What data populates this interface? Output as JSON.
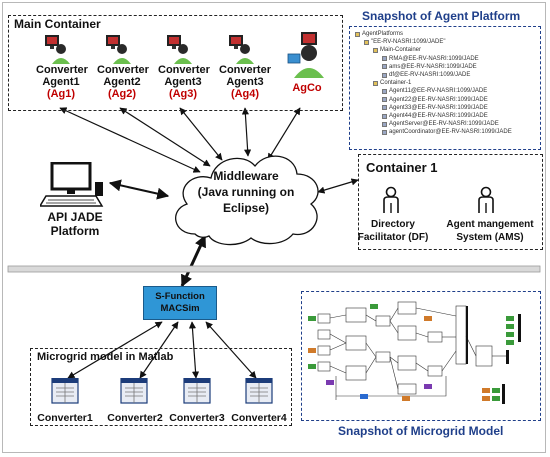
{
  "main_container": {
    "title": "Main Container",
    "agents": [
      {
        "name_line1": "Converter",
        "name_line2": "Agent1",
        "id": "(Ag1)"
      },
      {
        "name_line1": "Converter",
        "name_line2": "Agent2",
        "id": "(Ag2)"
      },
      {
        "name_line1": "Converter",
        "name_line2": "Agent3",
        "id": "(Ag3)"
      },
      {
        "name_line1": "Converter",
        "name_line2": "Agent3",
        "id": "(Ag4)"
      },
      {
        "name_line1": "",
        "name_line2": "",
        "id": "AgCo"
      }
    ]
  },
  "agent_platform_snapshot": {
    "title": "Snapshot of Agent Platform",
    "tree": [
      {
        "text": "AgentPlatforms",
        "indent": 0
      },
      {
        "text": "\"EE-RV-NASRI:1099/JADE\"",
        "indent": 1
      },
      {
        "text": "Main-Container",
        "indent": 2
      },
      {
        "text": "RMA@EE-RV-NASRI:1099/JADE",
        "indent": 3
      },
      {
        "text": "ams@EE-RV-NASRI:1099/JADE",
        "indent": 3
      },
      {
        "text": "df@EE-RV-NASRI:1099/JADE",
        "indent": 3
      },
      {
        "text": "Container-1",
        "indent": 2
      },
      {
        "text": "Agent11@EE-RV-NASRI:1099/JADE",
        "indent": 3
      },
      {
        "text": "Agent22@EE-RV-NASRI:1099/JADE",
        "indent": 3
      },
      {
        "text": "Agent33@EE-RV-NASRI:1099/JADE",
        "indent": 3
      },
      {
        "text": "Agent44@EE-RV-NASRI:1099/JADE",
        "indent": 3
      },
      {
        "text": "AgentServer@EE-RV-NASRI:1099/JADE",
        "indent": 3
      },
      {
        "text": "agentCoordinator@EE-RV-NASRI:1099/JADE",
        "indent": 3
      }
    ]
  },
  "api_platform": {
    "line1": "API JADE",
    "line2": "Platform"
  },
  "middleware": {
    "line1": "Middleware",
    "line2": "(Java running on",
    "line3": "Eclipse)"
  },
  "container1": {
    "title": "Container 1",
    "df": {
      "line1": "Directory",
      "line2": "Facilitator (DF)"
    },
    "ams": {
      "line1": "Agent mangement",
      "line2": "System (AMS)"
    }
  },
  "sfunction": {
    "line1": "S-Function",
    "line2": "MACSim"
  },
  "microgrid_matlab": {
    "title": "Microgrid model in Matlab",
    "converters": [
      "Converter1",
      "Converter2",
      "Converter3",
      "Converter4"
    ]
  },
  "microgrid_snapshot": {
    "title": "Snapshot of Microgrid Model"
  },
  "colors": {
    "accent_red": "#c00000",
    "title_blue": "#1f3f8a",
    "sfunction_fill": "#2f96d6",
    "tree_folder": "#e2c15a"
  }
}
